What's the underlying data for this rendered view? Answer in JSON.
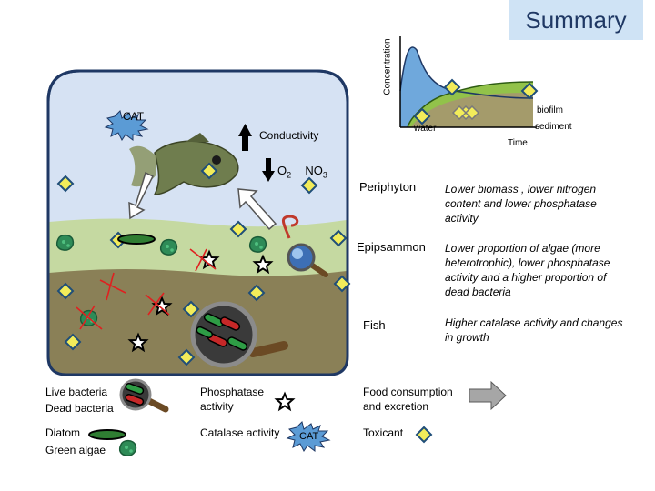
{
  "title": "Summary",
  "inset_chart": {
    "ylabel": "Concentration",
    "xlabel": "Time",
    "labels": {
      "water": "water",
      "biofilm": "biofilm",
      "sediment": "sediment"
    }
  },
  "tank": {
    "cat_badge": "CAT",
    "conductivity_label": "Conductivity",
    "o2_label": "O",
    "o2_sub": "2",
    "no3_label": "NO",
    "no3_sub": "3"
  },
  "effects": [
    {
      "name": "Periphyton",
      "text": "Lower biomass , lower nitrogen content  and lower phosphatase activity"
    },
    {
      "name": "Epipsammon",
      "text": "Lower proportion of algae (more heterotrophic), lower phosphatase activity and a higher proportion of dead bacteria"
    },
    {
      "name": "Fish",
      "text": "Higher catalase activity and changes in growth"
    }
  ],
  "legend": {
    "live_bacteria": "Live bacteria",
    "dead_bacteria": "Dead bacteria",
    "phosphatase": "Phosphatase activity",
    "food": "Food consumption and excretion",
    "diatom": "Diatom",
    "green_algae": "Green algae",
    "catalase": "Catalase activity",
    "catalase_badge": "CAT",
    "toxicant": "Toxicant"
  },
  "colors": {
    "title_bg": "#cfe3f5",
    "title_text": "#1f3864",
    "tank_water": "#d6e2f3",
    "tank_periphyton": "#c5d9a1",
    "tank_sediment": "#8a8057",
    "toxicant": "#f2ec5a",
    "cat_star": "#5b9bd5",
    "inset_water": "#6fa8dc",
    "inset_biofilm": "#92c24a",
    "inset_sediment": "#a49b6b"
  },
  "icons": [
    "toxicant-diamond-icon",
    "phosphatase-star-icon",
    "catalase-burst-icon",
    "magnifier-icon",
    "fish-icon",
    "diatom-icon",
    "green-algae-icon",
    "food-arrow-icon"
  ]
}
